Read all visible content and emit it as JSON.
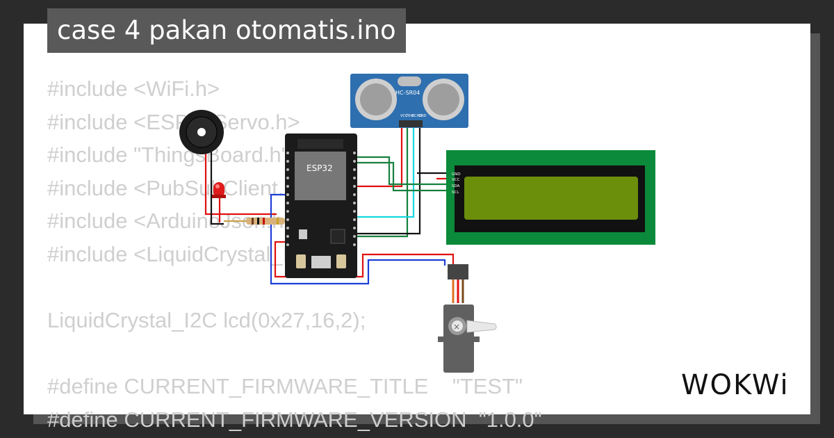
{
  "project": {
    "title": "case 4 pakan otomatis.ino"
  },
  "code_lines": [
    "#include <WiFi.h>",
    "#include <ESP32Servo.h>",
    "#include \"ThingsBoard.h\"",
    "#include <PubSubClient.h>",
    "#include <ArduinoJson.h>",
    "#include <LiquidCrystal_I2C.h>",
    "",
    "LiquidCrystal_I2C lcd(0x27,16,2);",
    "",
    "#define CURRENT_FIRMWARE_TITLE    \"TEST\"",
    "#define CURRENT_FIRMWARE_VERSION  \"1.0.0\""
  ],
  "components": {
    "esp32_label": "ESP32",
    "ultrasonic_label": "HC-SR04",
    "ultrasonic_pins": [
      "VCC",
      "TRIG",
      "ECHO",
      "GND"
    ],
    "lcd_pins": [
      "GND",
      "VCC",
      "SDA",
      "SCL"
    ]
  },
  "brand": {
    "logo_text": "WOKWi"
  },
  "colors": {
    "wire_red": "#e01010",
    "wire_green": "#15803d",
    "wire_black": "#111111",
    "wire_blue": "#1d3fd6",
    "wire_cyan": "#14d6e0",
    "lcd_board": "#0a8a3a",
    "lcd_screen": "#6b8e0b",
    "sensor_board": "#2e6fb0"
  }
}
